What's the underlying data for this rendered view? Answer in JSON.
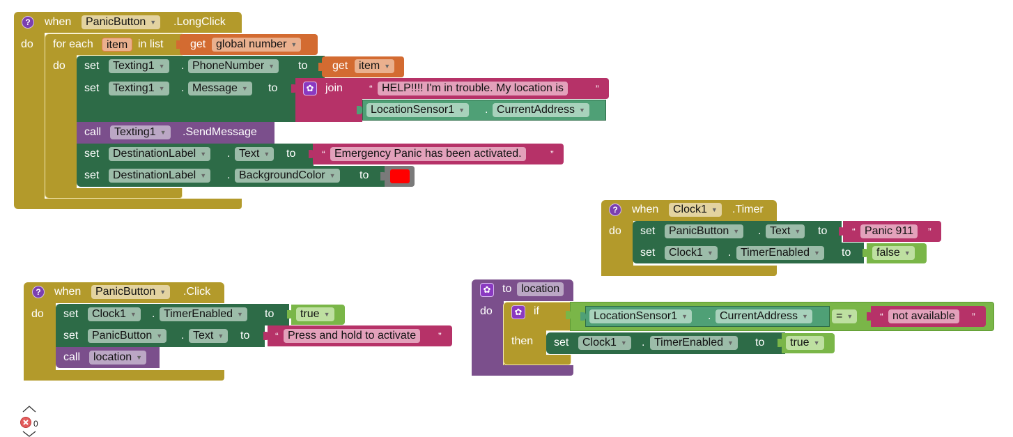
{
  "event1": {
    "icon": "help-icon",
    "when": "when",
    "component": "PanicButton",
    "event": ".LongClick",
    "do": "do",
    "foreach": {
      "prefix": "for each",
      "var": "item",
      "in_list": "in list",
      "get": "get",
      "list_var": "global number"
    },
    "inner_do": "do",
    "stmt1": {
      "set": "set",
      "component": "Texting1",
      "prop": "PhoneNumber",
      "to": "to",
      "get": "get",
      "var": "item"
    },
    "stmt2": {
      "set": "set",
      "component": "Texting1",
      "prop": "Message",
      "to": "to",
      "join": "join",
      "text": "HELP!!!! I'm in trouble. My location is",
      "loc_component": "LocationSensor1",
      "loc_prop": "CurrentAddress"
    },
    "stmt3": {
      "call": "call",
      "component": "Texting1",
      "method": ".SendMessage"
    },
    "stmt4": {
      "set": "set",
      "component": "DestinationLabel",
      "prop": "Text",
      "to": "to",
      "text": "Emergency Panic has been activated."
    },
    "stmt5": {
      "set": "set",
      "component": "DestinationLabel",
      "prop": "BackgroundColor",
      "to": "to",
      "color": "#ff0000"
    }
  },
  "event2": {
    "when": "when",
    "component": "Clock1",
    "event": ".Timer",
    "do": "do",
    "stmt1": {
      "set": "set",
      "component": "PanicButton",
      "prop": "Text",
      "to": "to",
      "text": "Panic 911"
    },
    "stmt2": {
      "set": "set",
      "component": "Clock1",
      "prop": "TimerEnabled",
      "to": "to",
      "value": "false"
    }
  },
  "event3": {
    "when": "when",
    "component": "PanicButton",
    "event": ".Click",
    "do": "do",
    "stmt1": {
      "set": "set",
      "component": "Clock1",
      "prop": "TimerEnabled",
      "to": "to",
      "value": "true"
    },
    "stmt2": {
      "set": "set",
      "component": "PanicButton",
      "prop": "Text",
      "to": "to",
      "text": "Press and hold to activate"
    },
    "stmt3": {
      "call": "call",
      "procedure": "location"
    }
  },
  "procedure": {
    "to": "to",
    "name": "location",
    "do": "do",
    "if": "if",
    "then": "then",
    "cond": {
      "component": "LocationSensor1",
      "prop": "CurrentAddress",
      "op": "=",
      "text": "not available"
    },
    "stmt": {
      "set": "set",
      "component": "Clock1",
      "prop": "TimerEnabled",
      "to": "to",
      "value": "true"
    }
  },
  "workspace": {
    "error_count": "0"
  },
  "glyphs": {
    "open_quote": "“",
    "close_quote": "”",
    "dot": "."
  }
}
